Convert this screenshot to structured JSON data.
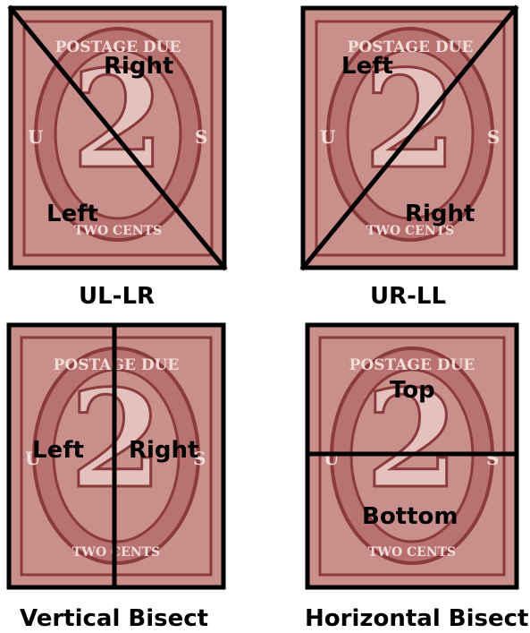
{
  "colors": {
    "stamp_paper": "#c98f8b",
    "stamp_ink": "#8a3b3b",
    "stamp_light": "#e4c1bd",
    "frame_line": "#000000",
    "background": "#ffffff"
  },
  "stamp": {
    "top_text": "POSTAGE DUE",
    "bottom_text": "TWO CENTS",
    "left_letter": "U",
    "right_letter": "S",
    "denomination": "2"
  },
  "panels": [
    {
      "caption": "UL-LR",
      "labels": {
        "a": "Right",
        "b": "Left"
      },
      "cut": "diagonal-ul-lr"
    },
    {
      "caption": "UR-LL",
      "labels": {
        "a": "Left",
        "b": "Right"
      },
      "cut": "diagonal-ur-ll"
    },
    {
      "caption": "Vertical Bisect",
      "labels": {
        "a": "Left",
        "b": "Right"
      },
      "cut": "vertical"
    },
    {
      "caption": "Horizontal Bisect",
      "labels": {
        "a": "Top",
        "b": "Bottom"
      },
      "cut": "horizontal"
    }
  ]
}
